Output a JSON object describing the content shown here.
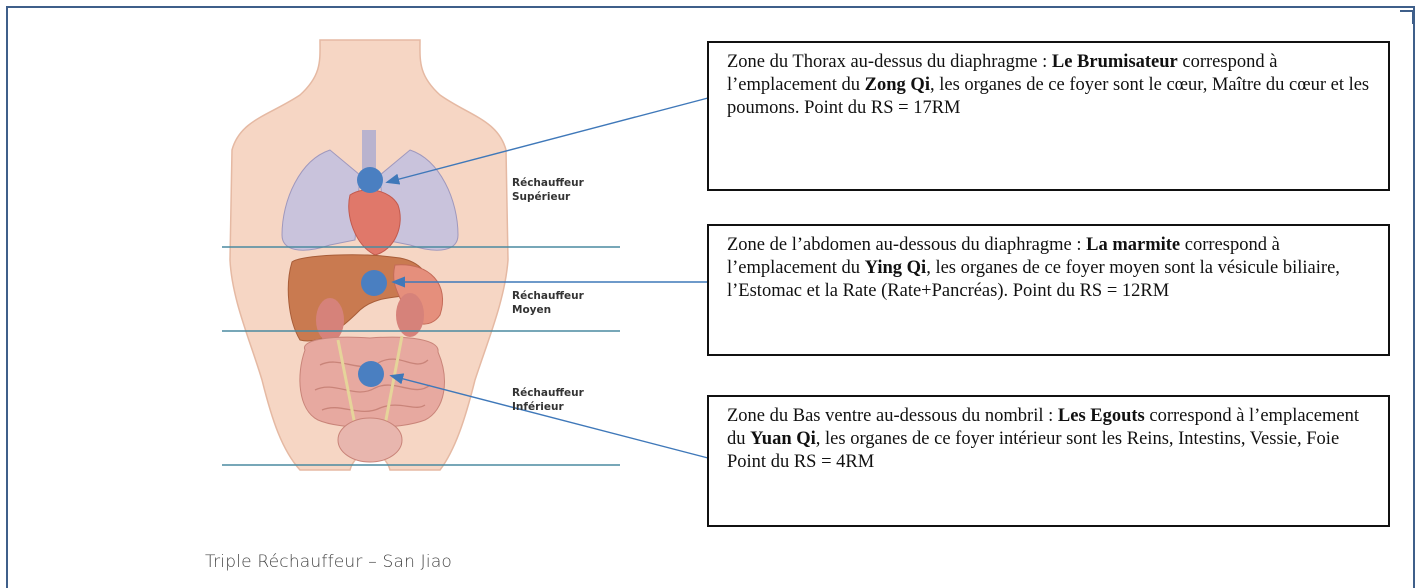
{
  "zones": [
    {
      "label": "Réchauffeur\nSupérieur",
      "box": {
        "t1": "Zone du Thorax au-dessus du diaphragme : ",
        "b1": "Le Brumisateur",
        "t2": " correspond à l’emplacement du ",
        "b2": "Zong Qi",
        "t3": ", les organes de ce foyer sont le cœur, Maître du cœur et les poumons. Point du RS = 17RM"
      }
    },
    {
      "label": "Réchauffeur\nMoyen",
      "box": {
        "t1": "Zone de l’abdomen au-dessous du diaphragme : ",
        "b1": "La marmite",
        "t2": " correspond à l’emplacement du ",
        "b2": "Ying Qi",
        "t3": ", les organes de ce foyer moyen sont la vésicule biliaire, l’Estomac et la Rate (Rate+Pancréas). Point du RS = 12RM"
      }
    },
    {
      "label": "Réchauffeur\nInférieur",
      "box": {
        "t1": "Zone du Bas ventre au-dessous du nombril : ",
        "b1": "Les Egouts",
        "t2": " correspond à l’emplacement du ",
        "b2": "Yuan Qi",
        "t3": ", les organes de ce foyer intérieur sont les Reins, Intestins, Vessie, Foie",
        "t4": "Point du RS = 4RM"
      }
    }
  ],
  "caption": "Triple Réchauffeur – San Jiao",
  "colors": {
    "frame": "#3f5f8a",
    "marker": "#4a7fc1",
    "divider": "#4a8aa0",
    "skin": "#f6d6c4",
    "lung": "#c9c3dc",
    "liver": "#c97a50",
    "intestine": "#e7a9a0"
  }
}
